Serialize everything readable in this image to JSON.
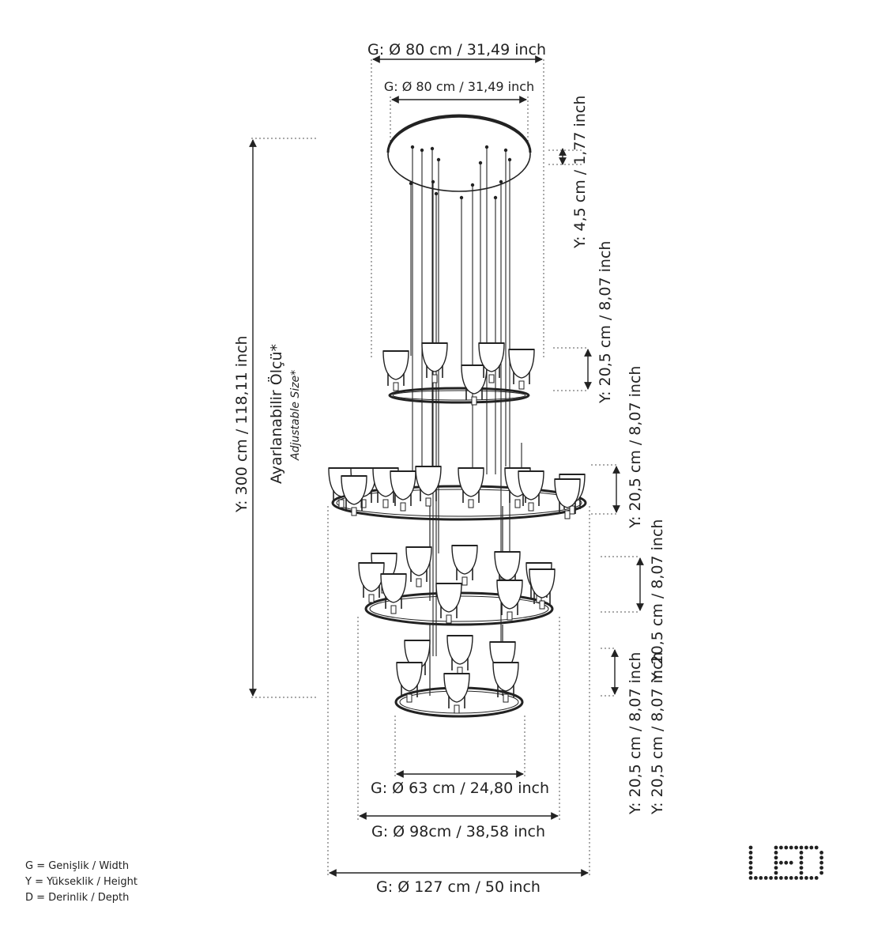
{
  "dimensions": {
    "top_width_outer": "G: Ø 80 cm / 31,49 inch",
    "top_width_inner": "G: Ø 80 cm / 31,49 inch",
    "canopy_height": "Y: 4,5 cm / 1,77 inch",
    "tier_height_1": "Y: 20,5 cm / 8,07 inch",
    "tier_height_2": "Y: 20,5 cm / 8,07 inch",
    "tier_height_3": "Y: 20,5 cm / 8,07 inch",
    "tier_height_4": "Y: 20,5 cm / 8,07 inch",
    "tier_height_5": "Y: 20,5 cm / 8,07 inch",
    "total_height": "Y: 300 cm / 118,11 inch",
    "adjustable_tr": "Ayarlanabilir Ölçü*",
    "adjustable_en": "Adjustable Size*",
    "bottom_width_small": "G: Ø 63 cm / 24,80 inch",
    "bottom_width_mid": "G: Ø 98cm / 38,58 inch",
    "bottom_width_large": "G: Ø 127 cm / 50 inch"
  },
  "legend": {
    "g": "G = Genişlik / Width",
    "y": "Y = Yükseklik / Height",
    "d": "D = Derinlik / Depth"
  },
  "badge": {
    "text": "LED"
  },
  "colors": {
    "line": "#222222",
    "dotted": "#555555"
  }
}
